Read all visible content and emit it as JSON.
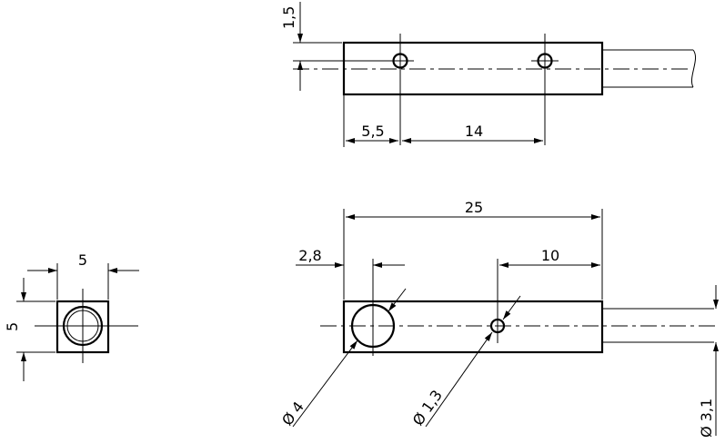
{
  "dimensions": {
    "top_offset": "1,5",
    "top_hole_pos": "5,5",
    "top_hole_spacing": "14",
    "side_width": "5",
    "side_height": "5",
    "length": "25",
    "front_hole_pos": "2,8",
    "front_small_pos": "10",
    "dia_large": "Ø 4",
    "dia_small": "Ø 1,3",
    "dia_cable": "Ø 3,1"
  }
}
